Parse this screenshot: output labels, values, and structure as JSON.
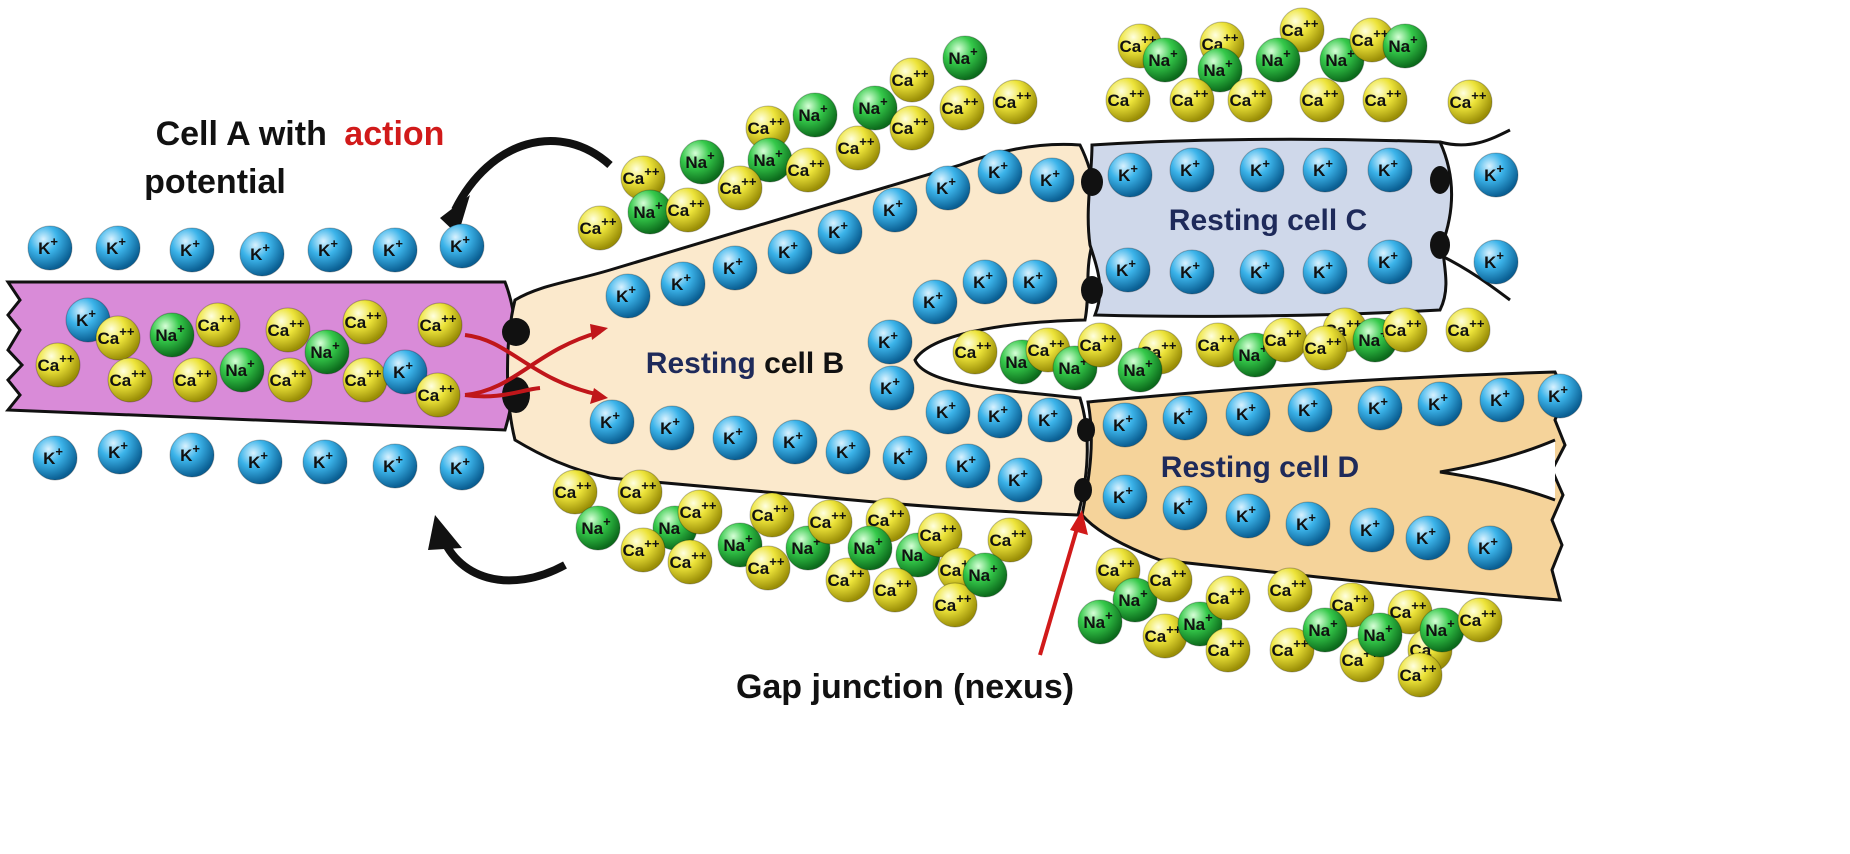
{
  "labels": {
    "cell_a_title_1": "Cell A with",
    "cell_a_title_action": "action",
    "cell_a_title_2": "potential",
    "cell_b_resting": "Resting",
    "cell_b_rest": " cell B",
    "cell_c": "Resting cell C",
    "cell_d": "Resting cell D",
    "gap_junction": "Gap junction (nexus)"
  },
  "ions": {
    "k": "K",
    "na": "Na",
    "ca": "Ca",
    "k_charge": "+",
    "na_charge": "+",
    "ca_charge": "++"
  },
  "colors": {
    "k": "#1e9fd8",
    "na": "#22b83a",
    "ca": "#e2d71c",
    "cell_a": "#d98bd8",
    "cell_b": "#fbe9cc",
    "cell_c": "#cfd8ea",
    "cell_d": "#f5d39a",
    "action_text": "#d11a1a",
    "resting_text": "#1e2a5a",
    "arrow_red": "#c0161a"
  }
}
